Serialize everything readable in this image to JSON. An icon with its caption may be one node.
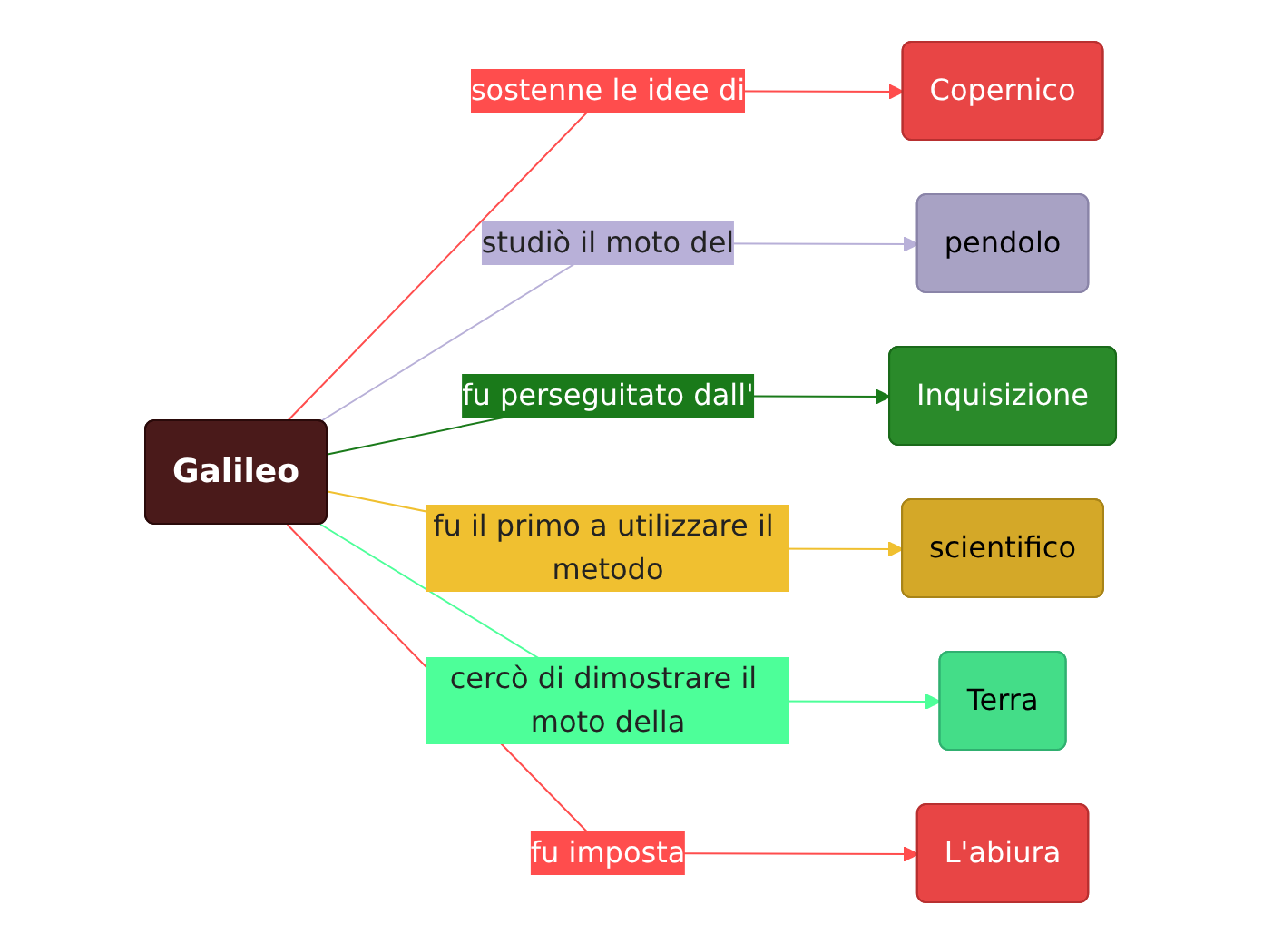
{
  "diagram": {
    "nodes": [
      {
        "text": [
          "Galileo"
        ]
      },
      {
        "text": [
          "Copernico"
        ]
      },
      {
        "text": [
          "pendolo"
        ]
      },
      {
        "text": [
          "Inquisizione"
        ]
      },
      {
        "text": [
          "scientifico"
        ]
      },
      {
        "text": [
          "Terra"
        ]
      },
      {
        "text": [
          "L'abiura"
        ]
      }
    ],
    "edges": [
      {
        "from": 0,
        "to": 1,
        "arrow": "to",
        "label": "sostenne le idee di",
        "color": "#ff4d4d"
      },
      {
        "from": 0,
        "to": 2,
        "arrow": "to",
        "label": "studiò il moto del",
        "color": "#b8b0d8"
      },
      {
        "from": 0,
        "to": 3,
        "arrow": "to",
        "label": "fu perseguitato dall'",
        "color": "#1a7a1a"
      },
      {
        "from": 0,
        "to": 4,
        "arrow": "to",
        "label": "fu il primo a utilizzare il metodo",
        "color": "#f0c030"
      },
      {
        "from": 0,
        "to": 5,
        "arrow": "to",
        "label": "cercò di dimostrare il moto della",
        "color": "#4dff99"
      },
      {
        "from": 0,
        "to": 6,
        "arrow": "to",
        "label": "fu imposta",
        "color": "#ff4d4d"
      }
    ]
  }
}
